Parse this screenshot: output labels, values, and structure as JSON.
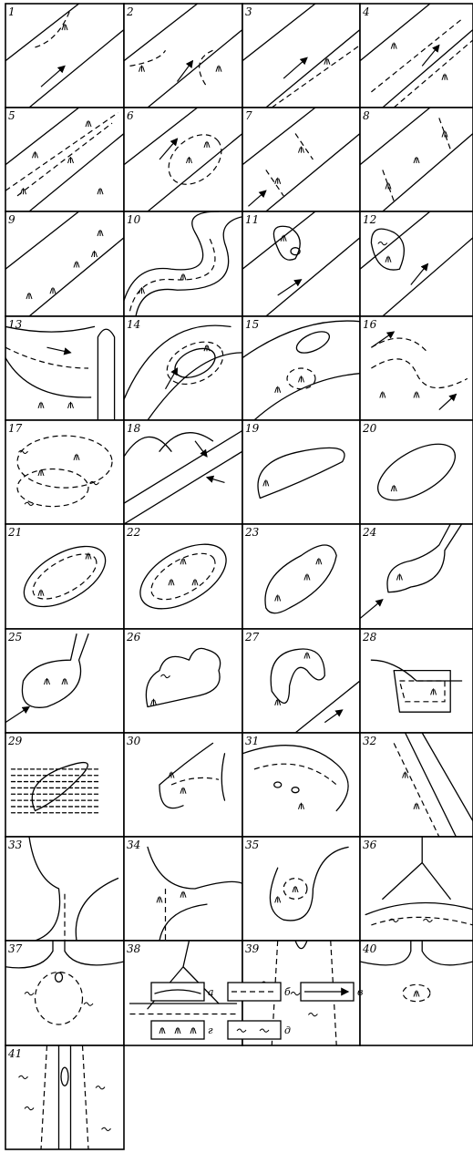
{
  "panels": [
    {
      "n": "1"
    },
    {
      "n": "2"
    },
    {
      "n": "3"
    },
    {
      "n": "4"
    },
    {
      "n": "5"
    },
    {
      "n": "6"
    },
    {
      "n": "7"
    },
    {
      "n": "8"
    },
    {
      "n": "9"
    },
    {
      "n": "10"
    },
    {
      "n": "11"
    },
    {
      "n": "12"
    },
    {
      "n": "13"
    },
    {
      "n": "14"
    },
    {
      "n": "15"
    },
    {
      "n": "16"
    },
    {
      "n": "17"
    },
    {
      "n": "18"
    },
    {
      "n": "19"
    },
    {
      "n": "20"
    },
    {
      "n": "21"
    },
    {
      "n": "22"
    },
    {
      "n": "23"
    },
    {
      "n": "24"
    },
    {
      "n": "25"
    },
    {
      "n": "26"
    },
    {
      "n": "27"
    },
    {
      "n": "28"
    },
    {
      "n": "29"
    },
    {
      "n": "30"
    },
    {
      "n": "31"
    },
    {
      "n": "32"
    },
    {
      "n": "33"
    },
    {
      "n": "34"
    },
    {
      "n": "35"
    },
    {
      "n": "36"
    },
    {
      "n": "37"
    },
    {
      "n": "38"
    },
    {
      "n": "39"
    },
    {
      "n": "40"
    },
    {
      "n": "41"
    }
  ],
  "legend": [
    {
      "key": "а",
      "symbol": "solid-line"
    },
    {
      "key": "б",
      "symbol": "dashed-line"
    },
    {
      "key": "в",
      "symbol": "arrow"
    },
    {
      "key": "г",
      "symbol": "vegetation-tufts"
    },
    {
      "key": "д",
      "symbol": "sedge-marks"
    }
  ]
}
